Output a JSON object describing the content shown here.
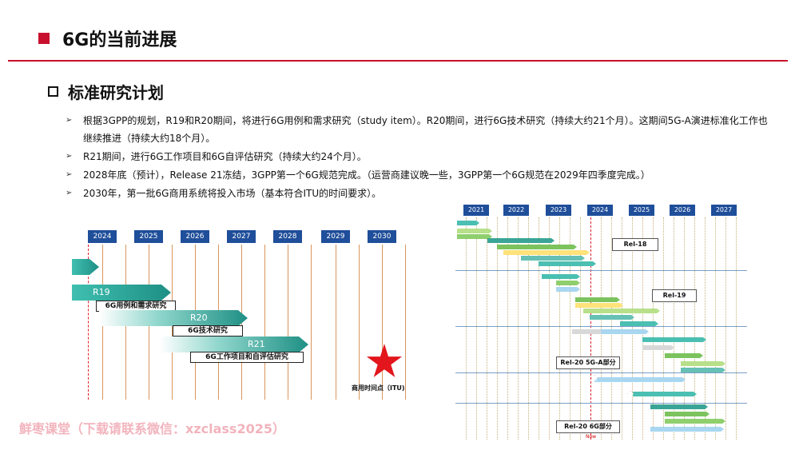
{
  "header": {
    "title": "6G的当前进展",
    "subtitle": "标准研究计划"
  },
  "bullets": [
    "根据3GPP的规划，R19和R20期间，将进行6G用例和需求研究（study item）。R20期间，进行6G技术研究（持续大约21个月）。这期间5G-A演进标准化工作也继续推进（持续大约18个月）。",
    "R21期间，进行6G工作项目和6G自评估研究（持续大约24个月）。",
    "2028年底（预计），Release 21冻结，3GPP第一个6G规范完成。（运营商建议晚一些，3GPP第一个6G规范在2029年四季度完成。）",
    "2030年，第一批6G商用系统将投入市场（基本符合ITU的时间要求）。"
  ],
  "left_chart": {
    "years": [
      "2024",
      "2025",
      "2026",
      "2027",
      "2028",
      "2029",
      "2030"
    ],
    "bars": [
      {
        "label": "R19"
      },
      {
        "label": "R20"
      },
      {
        "label": "R21"
      }
    ],
    "boxes": [
      "6G用例和需求研究",
      "6G技术研究",
      "6G工作项目和自评估研究"
    ],
    "star_label": "商用时间点（ITU)",
    "colors": {
      "year_header": "#1f4e9a",
      "bar": "#1e8f84",
      "star": "#e2161c",
      "grid": "#d9955c"
    }
  },
  "right_chart": {
    "years": [
      "2021",
      "2022",
      "2023",
      "2024",
      "2025",
      "2026",
      "2027"
    ],
    "releases": [
      "Rel-18",
      "Rel-19",
      "Rel-20  5G-A部分",
      "Rel-20  6G部分"
    ],
    "now_label": "Now"
  },
  "watermark": "鲜枣课堂（下载请联系微信：xzclass2025）"
}
